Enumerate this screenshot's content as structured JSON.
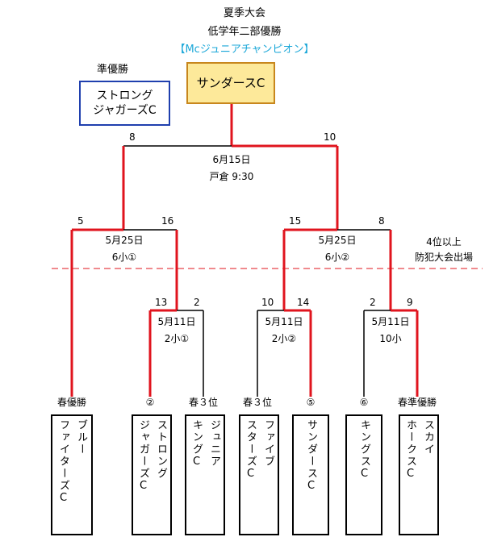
{
  "header": {
    "title": "夏季大会",
    "division": "低学年二部優勝",
    "sponsor": "【Mcジュニアチャンピオン】"
  },
  "champion": {
    "name": "サンダースC"
  },
  "runner_up": {
    "label": "準優勝",
    "line1": "ストロング",
    "line2": "ジャガーズC"
  },
  "final": {
    "date": "6月15日",
    "venue": "戸倉 9:30",
    "score_left": "8",
    "score_right": "10"
  },
  "semis": [
    {
      "date": "5月25日",
      "venue": "6小①",
      "score_left": "5",
      "score_right": "16"
    },
    {
      "date": "5月25日",
      "venue": "6小②",
      "score_left": "15",
      "score_right": "8"
    }
  ],
  "quarters": [
    {
      "date": "5月11日",
      "venue": "2小①",
      "score_left": "13",
      "score_right": "2"
    },
    {
      "date": "5月11日",
      "venue": "2小②",
      "score_left": "10",
      "score_right": "14"
    },
    {
      "date": "5月11日",
      "venue": "10小",
      "score_left": "2",
      "score_right": "9"
    }
  ],
  "qualify_note": {
    "line1": "4位以上",
    "line2": "防犯大会出場"
  },
  "teams": [
    {
      "seed": "春優勝",
      "cols": [
        "ブルー",
        "ファイターズC"
      ]
    },
    {
      "seed": "②",
      "cols": [
        "ストロング",
        "ジャガーズC"
      ]
    },
    {
      "seed": "春３位",
      "cols": [
        "ジュニア",
        "キングC"
      ]
    },
    {
      "seed": "春３位",
      "cols": [
        "ファイブ",
        "スターズC"
      ]
    },
    {
      "seed": "⑤",
      "cols": [
        "サンダースC"
      ]
    },
    {
      "seed": "⑥",
      "cols": [
        "キングスC"
      ]
    },
    {
      "seed": "春準優勝",
      "cols": [
        "スカイ",
        "ホークスC"
      ]
    }
  ],
  "colors": {
    "winner_line": "#e0141e",
    "loser_line": "#000000",
    "champion_bg": "#fde99a",
    "champion_border": "#c8871d",
    "runner_up_border": "#1f3fae",
    "sponsor_text": "#1aa7d8"
  }
}
